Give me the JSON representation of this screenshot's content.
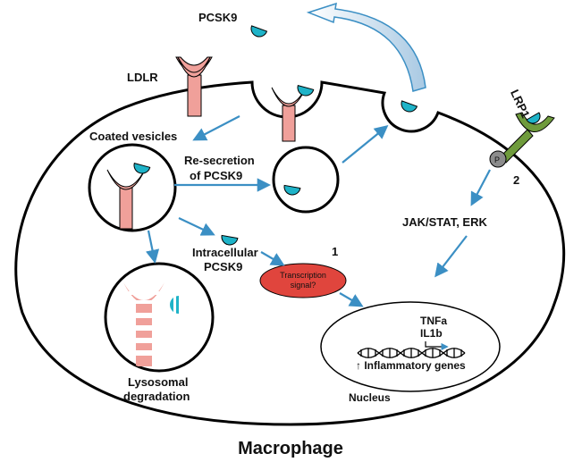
{
  "labels": {
    "pcsk9": "PCSK9",
    "ldlr": "LDLR",
    "lrp1": "LRP1",
    "coated_vesicles": "Coated vesicles",
    "resecretion_line1": "Re-secretion",
    "resecretion_line2": "of PCSK9",
    "intracellular_line1": "Intracellular",
    "intracellular_line2": "PCSK9",
    "lysosomal_line1": "Lysosomal",
    "lysosomal_line2": "degradation",
    "transcription_line1": "Transcription",
    "transcription_line2": "signal?",
    "pathway_1": "1",
    "pathway_2": "2",
    "jak_stat": "JAK/STAT, ERK",
    "phospho": "P",
    "tnfa": "TNFa",
    "il1b": "IL1b",
    "inflammatory": "↑ Inflammatory genes",
    "nucleus": "Nucleus",
    "cell_title": "Macrophage"
  },
  "colors": {
    "pcsk9": "#1eb3c8",
    "ldlr": "#f0a09a",
    "lrp1": "#6f9b3c",
    "arrow": "#3b8fc4",
    "transcription": "#e0453d",
    "phospho": "#8c8c8c"
  }
}
